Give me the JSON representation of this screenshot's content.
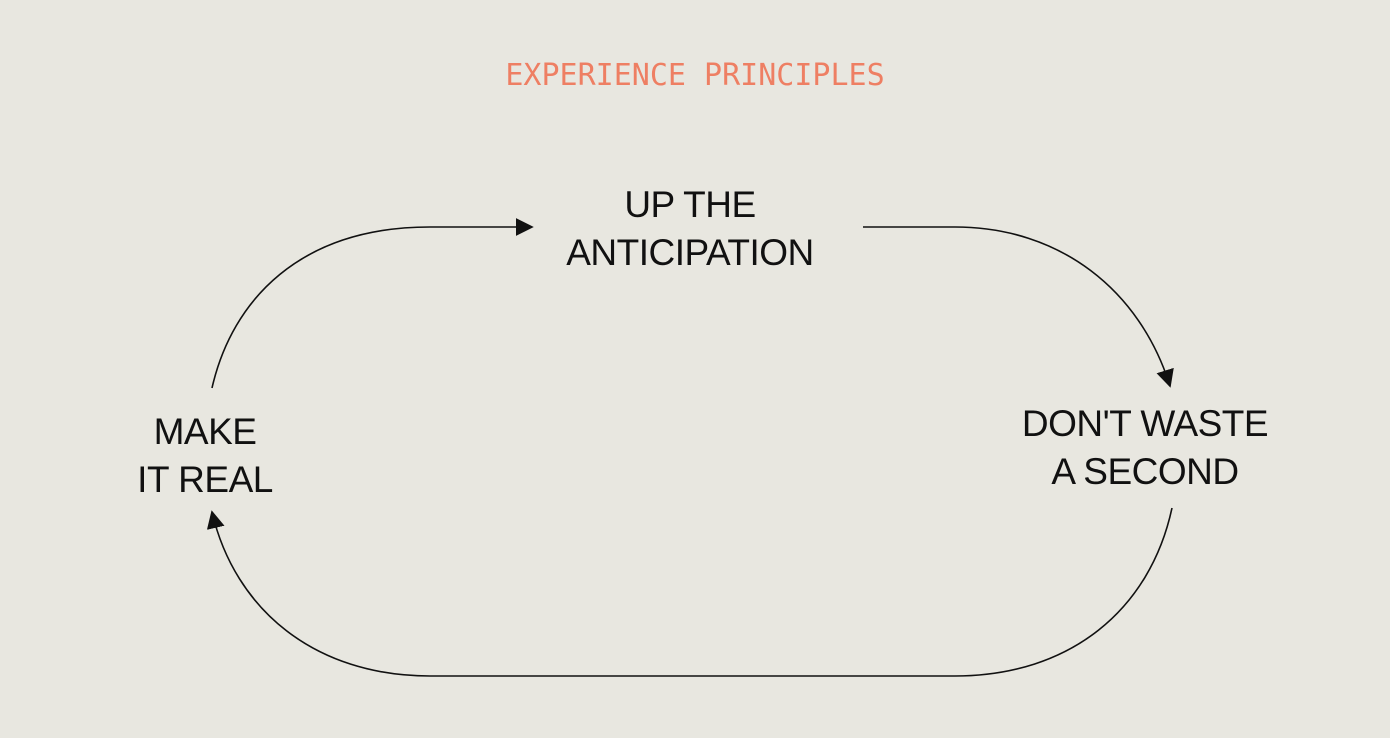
{
  "title": "EXPERIENCE PRINCIPLES",
  "nodes": [
    {
      "id": "up-the-anticipation",
      "lines": [
        "UP THE",
        "ANTICIPATION"
      ]
    },
    {
      "id": "dont-waste-a-second",
      "lines": [
        "DON'T WASTE",
        "A SECOND"
      ]
    },
    {
      "id": "make-it-real",
      "lines": [
        "MAKE",
        "IT REAL"
      ]
    }
  ],
  "colors": {
    "background": "#e8e7e0",
    "title": "#ee7f63",
    "text": "#111111",
    "stroke": "#111111"
  }
}
